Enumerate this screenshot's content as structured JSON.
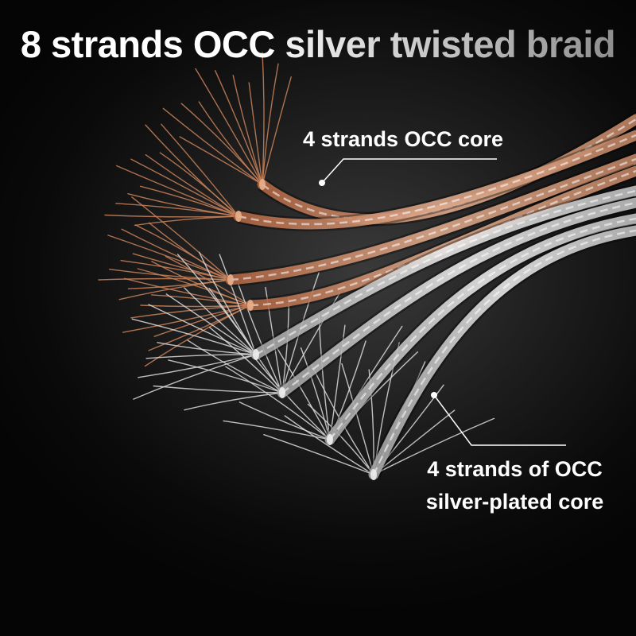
{
  "headline": {
    "part1": "8 strands OCC",
    "part2": "silver twisted braid"
  },
  "callouts": {
    "copper_core": "4 strands OCC core",
    "silver_core_line1": "4 strands of OCC",
    "silver_core_line2": "silver-plated core"
  },
  "colors": {
    "copper": "#c9835a",
    "silver": "#dcdcdc",
    "background": "#0a0a0a",
    "text": "#ffffff"
  }
}
